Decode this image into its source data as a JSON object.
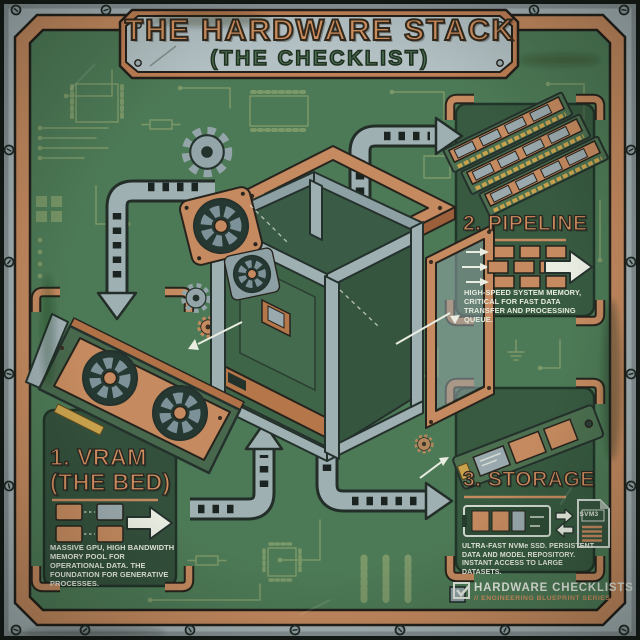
{
  "header": {
    "title": "THE HARDWARE STACK",
    "subtitle": "(THE CHECKLIST)"
  },
  "sections": {
    "vram": {
      "number_title": "1. VRAM",
      "title_suffix": "(THE BED)",
      "description": "MASSIVE GPU, HIGH BANDWIDTH MEMORY POOL FOR OPERATIONAL DATA. THE FOUNDATION FOR GENERATIVE PROCESSES."
    },
    "pipeline": {
      "title": "2. PIPELINE",
      "description": "HIGH-SPEED SYSTEM MEMORY, CRITICAL FOR FAST DATA TRANSFER AND PROCESSING QUEUE."
    },
    "storage": {
      "title": "3. STORAGE",
      "description": "ULTRA-FAST NVMe SSD. PERSISTENT DATA AND MODEL REPOSITORY. INSTANT ACCESS TO LARGE DATASETS.",
      "file_label": "SVM3"
    }
  },
  "footer": {
    "brand": "HARDWARE CHECKLISTS",
    "series": "// ENGINEERING BLUEPRINT SERIES"
  },
  "icons": [
    "gear-icon",
    "case-fan-icon",
    "gpu-illustration",
    "ram-illustration",
    "ssd-illustration",
    "memory-chips-icon",
    "pipeline-flow-icon",
    "ssd-file-transfer-icon",
    "checklist-logo-icon",
    "hazard-arrow-icon"
  ],
  "colors": {
    "copper": "#c58a5f",
    "board_green": "#4d7a56",
    "panel_green": "#33503c",
    "metal_grey": "#a6b4b7",
    "accent_orange": "#d08e60",
    "text_light": "#e7ebdf"
  }
}
